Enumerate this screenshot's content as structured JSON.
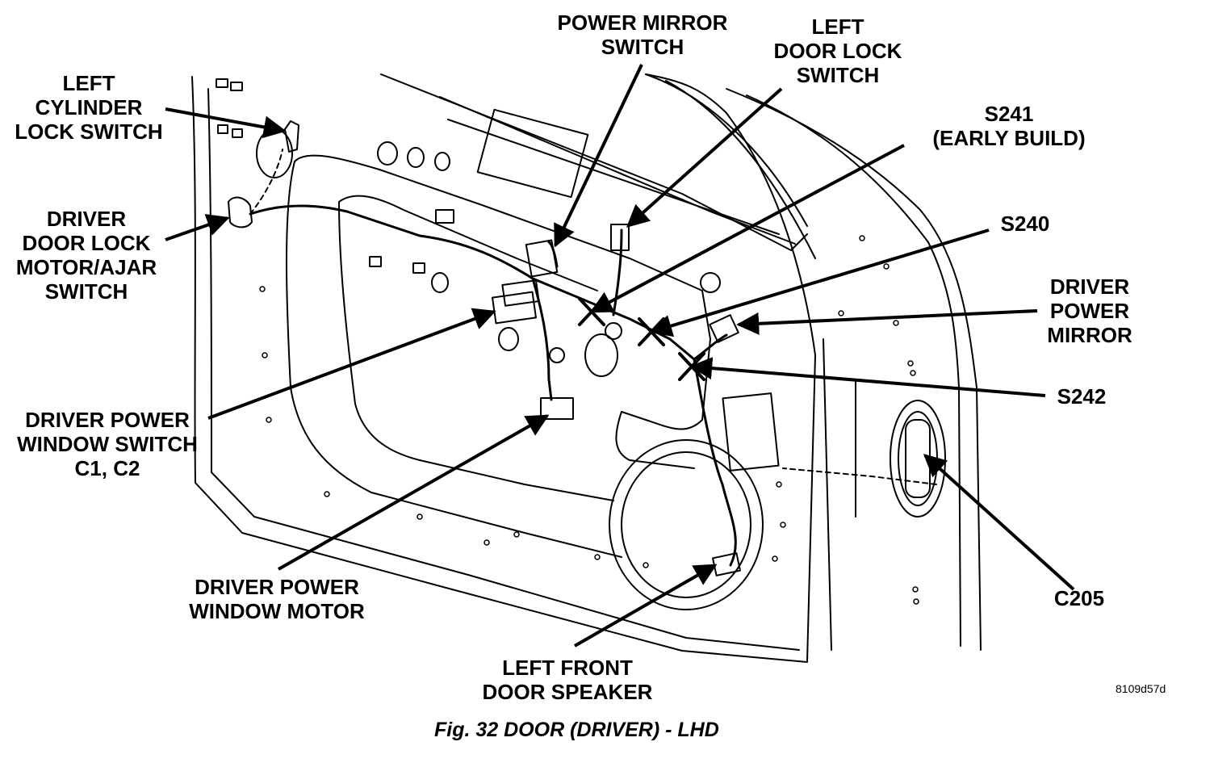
{
  "figure": {
    "caption": "Fig. 32 DOOR (DRIVER) - LHD",
    "ref_code": "8109d57d"
  },
  "callouts": {
    "power_mirror_switch": [
      "POWER MIRROR",
      "SWITCH"
    ],
    "left_door_lock_switch": [
      "LEFT",
      "DOOR LOCK",
      "SWITCH"
    ],
    "left_cylinder_lock_switch": [
      "LEFT",
      "CYLINDER",
      "LOCK SWITCH"
    ],
    "s241": [
      "S241",
      "(EARLY BUILD)"
    ],
    "driver_door_lock_motor": [
      "DRIVER",
      "DOOR LOCK",
      "MOTOR/AJAR",
      "SWITCH"
    ],
    "s240": [
      "S240"
    ],
    "driver_power_mirror": [
      "DRIVER",
      "POWER",
      "MIRROR"
    ],
    "s242": [
      "S242"
    ],
    "driver_power_window_switch": [
      "DRIVER POWER",
      "WINDOW SWITCH",
      "C1, C2"
    ],
    "c205": [
      "C205"
    ],
    "driver_power_window_motor": [
      "DRIVER POWER",
      "WINDOW MOTOR"
    ],
    "left_front_door_speaker": [
      "LEFT FRONT",
      "DOOR SPEAKER"
    ]
  },
  "colors": {
    "ink": "#000000",
    "paper": "#ffffff"
  }
}
